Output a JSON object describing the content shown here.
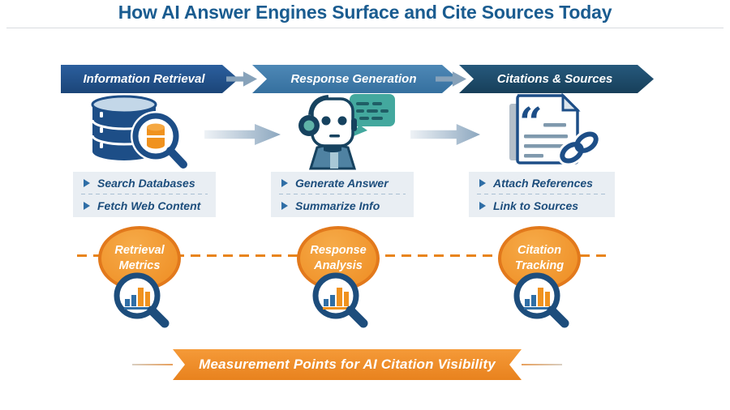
{
  "title": "How AI Answer Engines Surface and Cite Sources Today",
  "stages": [
    {
      "banner": "Information Retrieval",
      "icon": "database-search-icon",
      "items": [
        "Search Databases",
        "Fetch Web Content"
      ],
      "metric_line1": "Retrieval",
      "metric_line2": "Metrics"
    },
    {
      "banner": "Response Generation",
      "icon": "robot-chat-icon",
      "items": [
        "Generate Answer",
        "Summarize Info"
      ],
      "metric_line1": "Response",
      "metric_line2": "Analysis"
    },
    {
      "banner": "Citations & Sources",
      "icon": "document-link-icon",
      "items": [
        "Attach References",
        "Link to Sources"
      ],
      "metric_line1": "Citation",
      "metric_line2": "Tracking"
    }
  ],
  "footer_ribbon": "Measurement Points for AI Citation Visibility",
  "colors": {
    "title_blue": "#1a5c90",
    "banner_dark_blue": "#20508a",
    "banner_medium_blue": "#3e7cab",
    "banner_navy_teal": "#1e4e6e",
    "accent_orange": "#ef8c26",
    "dashed_line_orange": "#e8841c",
    "list_text_blue": "#1c4d7c",
    "magnifier_blue": "#1d4d7c",
    "bar_orange": "#f0921e",
    "bubble_teal": "#43a89e",
    "list_box_bg": "#e9eef3"
  }
}
